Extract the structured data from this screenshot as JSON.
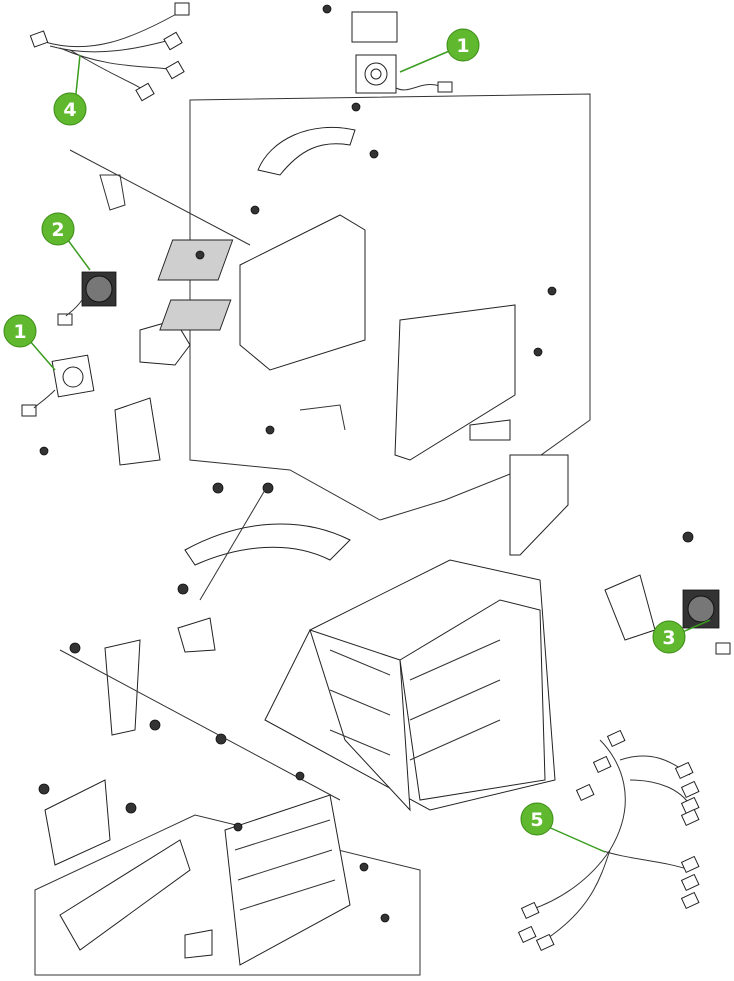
{
  "callouts": [
    "1",
    "2",
    "1",
    "4",
    "3",
    "5"
  ],
  "colors": {
    "callout_fill": "#5fb82e",
    "line": "#333333"
  }
}
